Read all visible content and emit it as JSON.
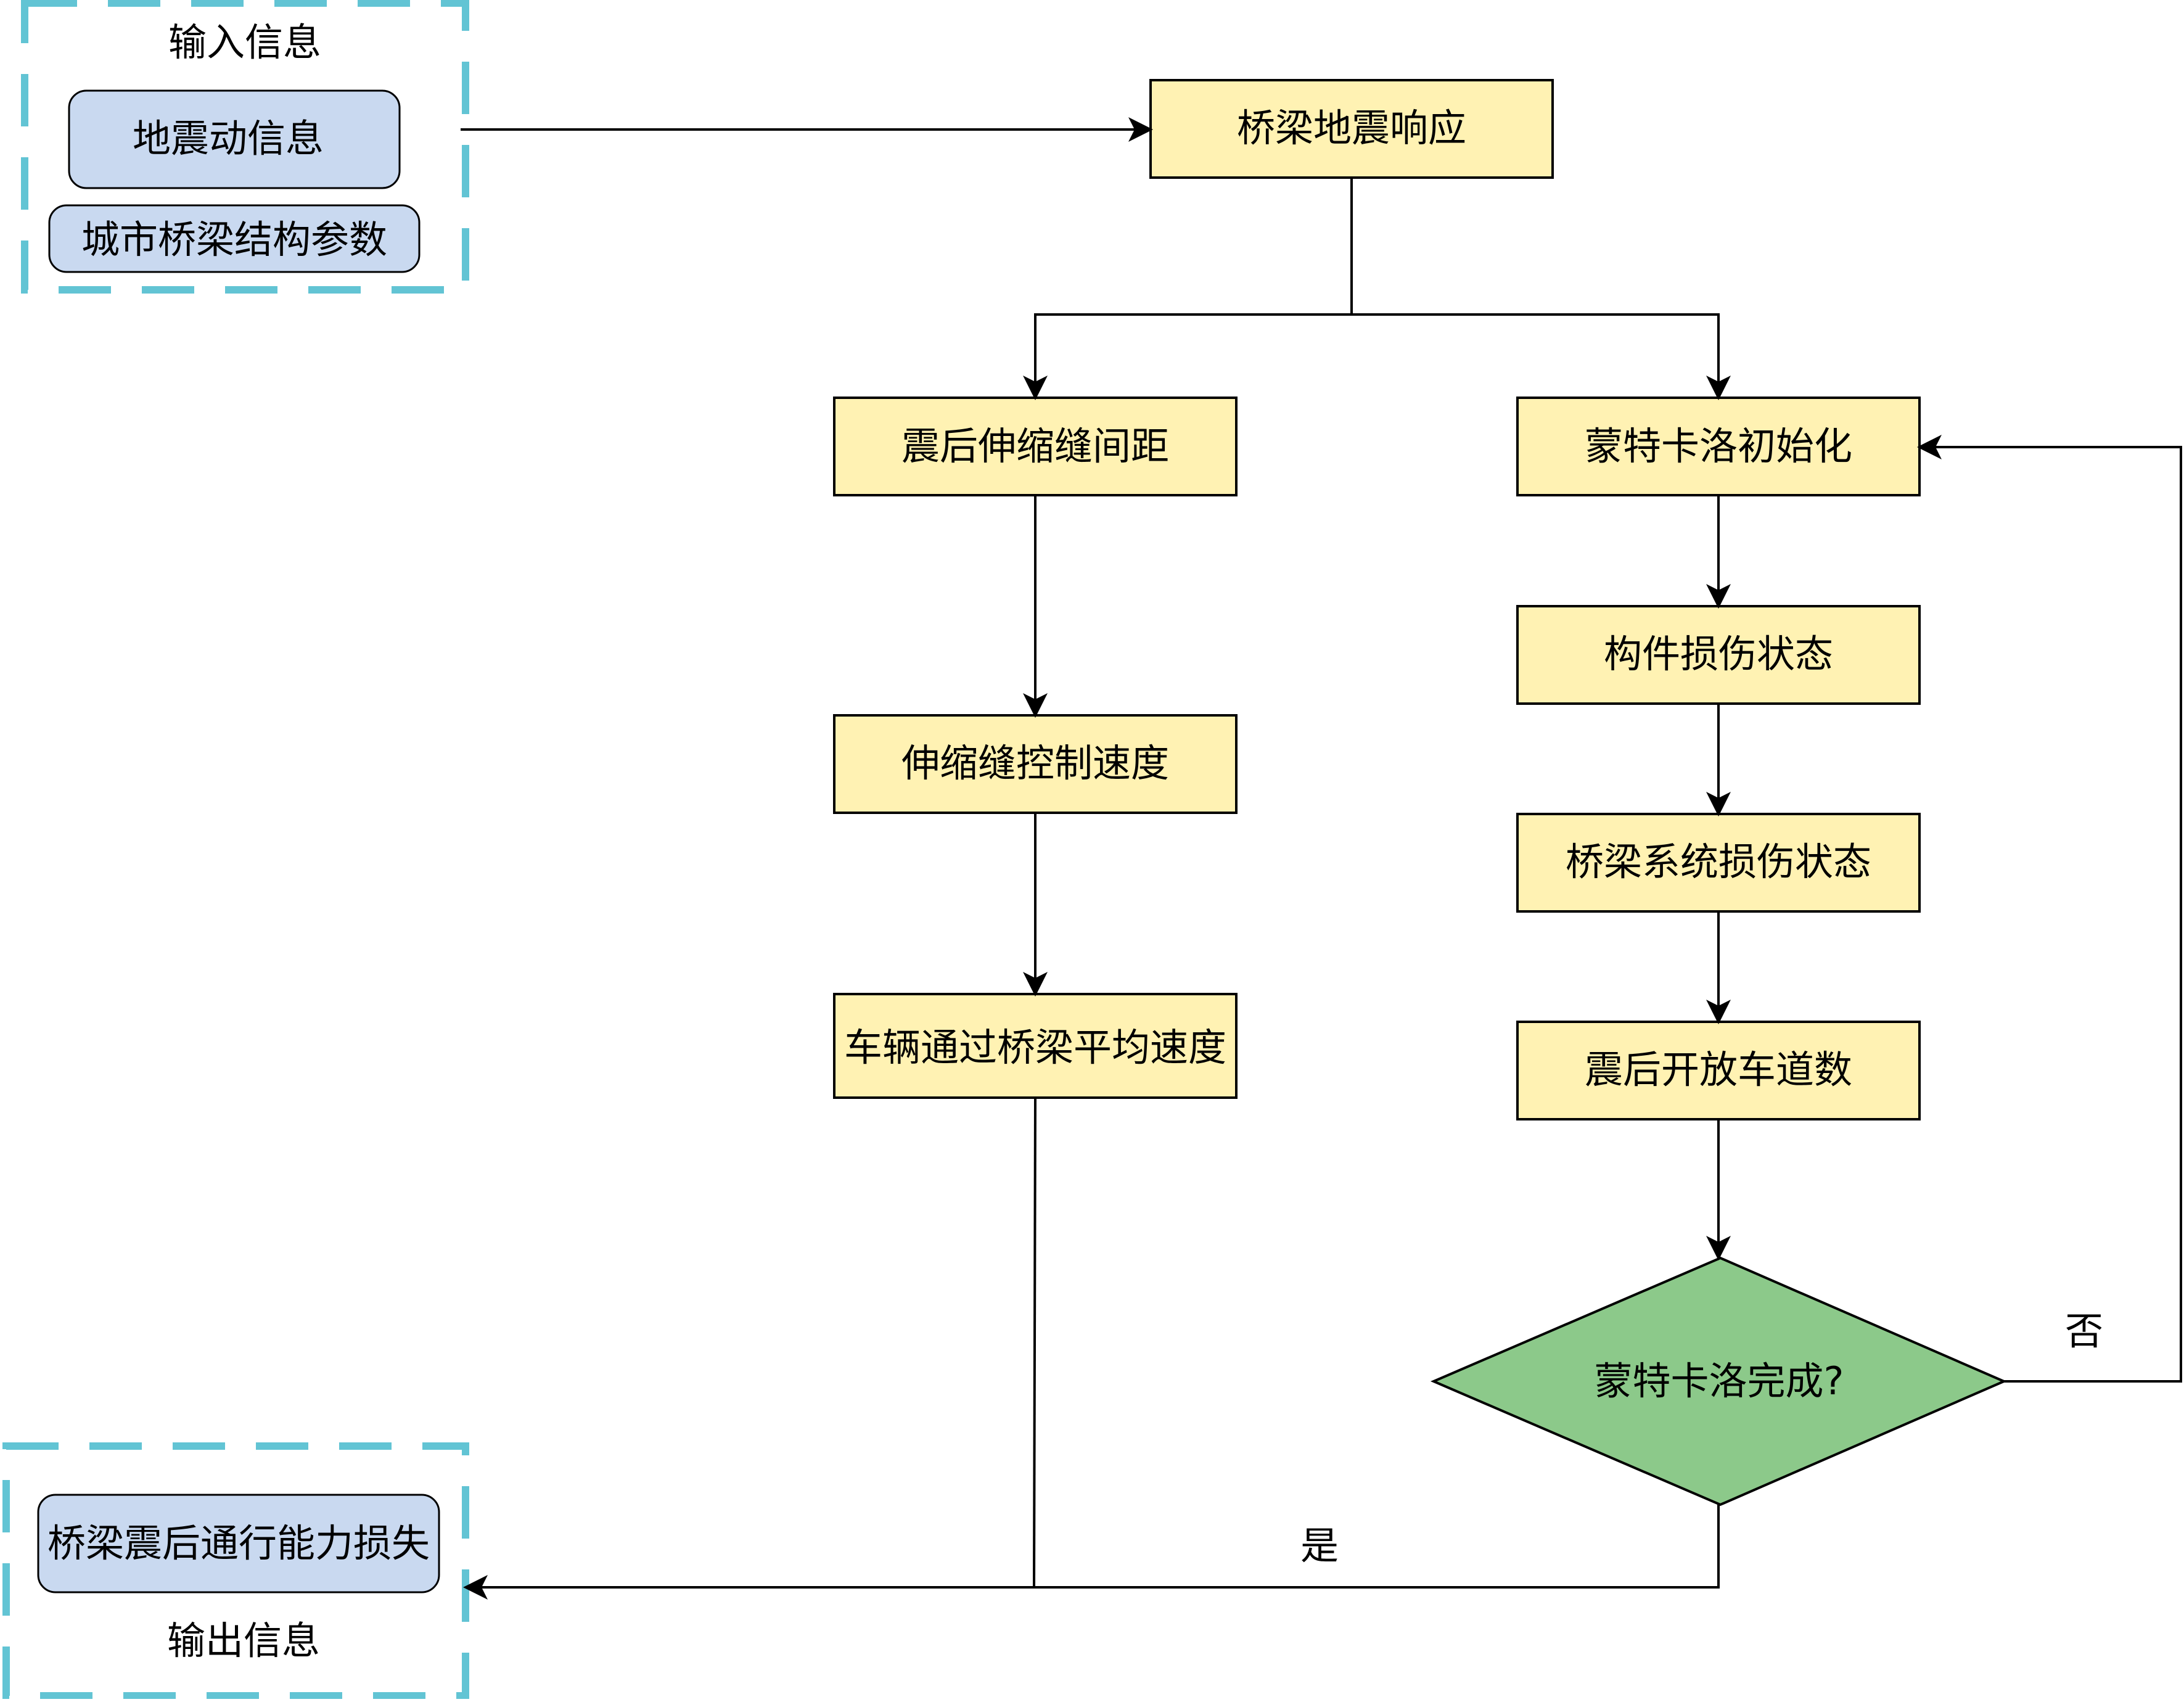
{
  "input_group": {
    "title": "输入信息",
    "items": [
      "地震动信息",
      "城市桥梁结构参数"
    ]
  },
  "output_group": {
    "title": "输出信息",
    "items": [
      "桥梁震后通行能力损失"
    ]
  },
  "nodes": {
    "response": "桥梁地震响应",
    "joint_gap": "震后伸缩缝间距",
    "joint_speed": "伸缩缝控制速度",
    "avg_speed": "车辆通过桥梁平均速度",
    "mc_init": "蒙特卡洛初始化",
    "component_damage": "构件损伤状态",
    "system_damage": "桥梁系统损伤状态",
    "open_lanes": "震后开放车道数",
    "mc_done": "蒙特卡洛完成?"
  },
  "edge_labels": {
    "yes": "是",
    "no": "否"
  },
  "colors": {
    "process_fill": "#fff2b3",
    "decision_fill": "#8cc98a",
    "io_fill": "#c9d9f0",
    "group_border": "#62c4d4",
    "line": "#000000"
  }
}
